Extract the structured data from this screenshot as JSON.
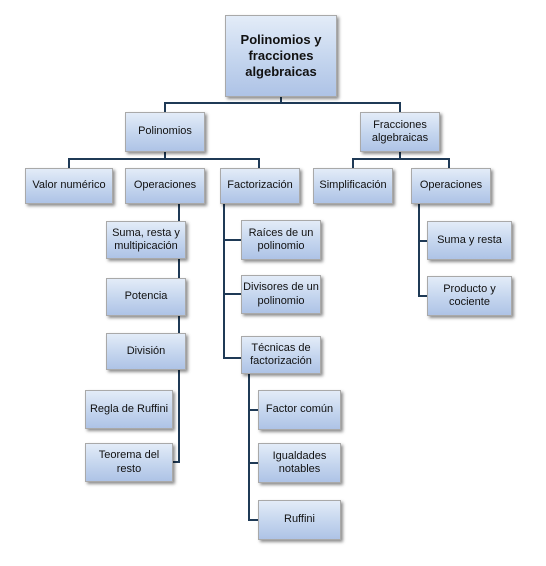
{
  "diagram": {
    "root": "Polinomios y fracciones algebraicas",
    "polinomios": {
      "label": "Polinomios",
      "valor_numerico": "Valor numérico",
      "operaciones": {
        "label": "Operaciones",
        "suma_resta": "Suma, resta y multipicación",
        "potencia": "Potencia",
        "division": {
          "label": "División",
          "ruffini": "Regla de Ruffini",
          "teorema": "Teorema del resto"
        }
      },
      "factorizacion": {
        "label": "Factorización",
        "raices": "Raíces de un polinomio",
        "divisores": "Divisores de un polinomio",
        "tecnicas": {
          "label": "Técnicas de factorización",
          "factor_comun": "Factor común",
          "igualdades": "Igualdades notables",
          "ruffini": "Ruffini"
        }
      }
    },
    "fracciones": {
      "label": "Fracciones algebraicas",
      "simplificacion": "Simplificación",
      "operaciones": {
        "label": "Operaciones",
        "suma_resta": "Suma y resta",
        "producto": "Producto y cociente"
      }
    }
  },
  "colors": {
    "line": "#1f3a56",
    "box_top": "#e3ecf8",
    "box_bottom": "#aec3e6",
    "border": "#a9a9a9"
  }
}
